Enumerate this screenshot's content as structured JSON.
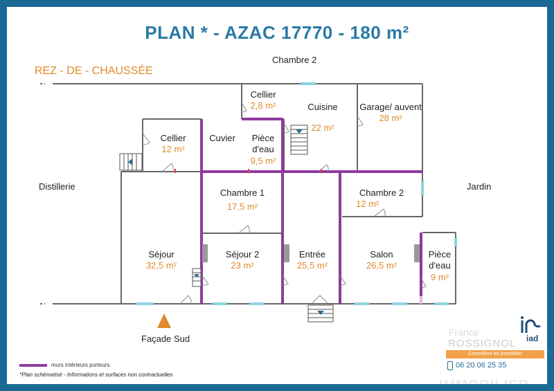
{
  "title": "PLAN *  -  AZAC 17770  -  180 m²",
  "level": "REZ - DE - CHAUSSÉE",
  "exterior_labels": {
    "top": "Chambre 2",
    "left": "Distillerie",
    "right": "Jardin",
    "bottom": "Façade Sud"
  },
  "rooms": [
    {
      "name": "Cellier",
      "area": "12 m²"
    },
    {
      "name": "Cuvier",
      "area": ""
    },
    {
      "name": "Pièce d'eau",
      "area": "9,5 m²"
    },
    {
      "name": "Cellier",
      "area": "2,8 m²"
    },
    {
      "name": "Cuisine",
      "area": "22 m²"
    },
    {
      "name": "Garage/ auvent",
      "area": "28 m²"
    },
    {
      "name": "Chambre 1",
      "area": "17,5 m²"
    },
    {
      "name": "Chambre 2",
      "area": "12 m²"
    },
    {
      "name": "Séjour",
      "area": "32,5 m²"
    },
    {
      "name": "Séjour 2",
      "area": "23 m²"
    },
    {
      "name": "Entrée",
      "area": "25,5 m²"
    },
    {
      "name": "Salon",
      "area": "26,5 m²"
    },
    {
      "name": "Pièce d'eau",
      "area": "9 m²"
    }
  ],
  "legend": {
    "label": "murs intérieurs porteurs",
    "note": "*Plan schématisé - Informations et surfaces non contractuelles",
    "color": "#8e3a9e"
  },
  "branding": {
    "logo_text": "iad",
    "country": "France",
    "agent_name": "ROSSIGNOL",
    "role": "Conseillère en immobilier",
    "phone": "06 20 06 25 35",
    "watermark": "IMMOBILIER"
  },
  "colors": {
    "title": "#2a7aa5",
    "accent": "#e08a2b",
    "load_bearing_wall": "#8e3a9e",
    "window": "#8fd3e0",
    "border": "#1a6a95"
  }
}
